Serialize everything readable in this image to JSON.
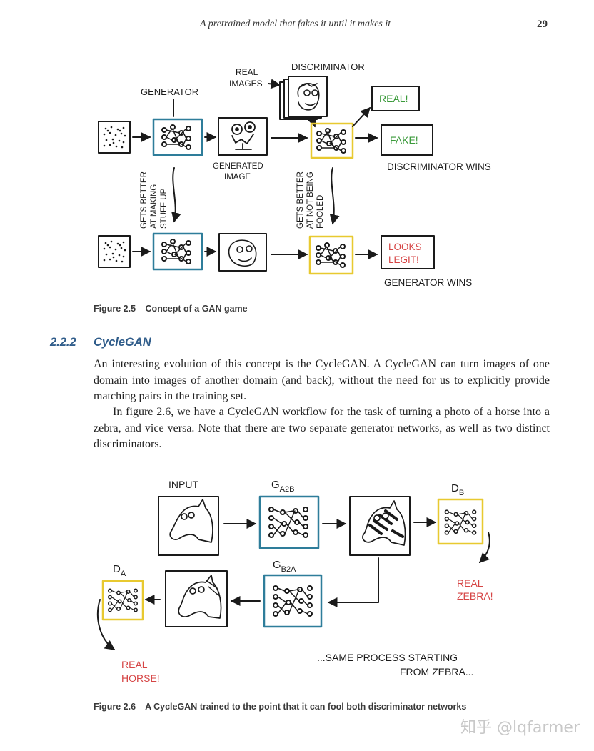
{
  "running_head": {
    "title": "A pretrained model that fakes it until it makes it",
    "page_number": "29"
  },
  "figure_2_5": {
    "labels": {
      "generator": "GENERATOR",
      "discriminator": "DISCRIMINATOR",
      "real_images_1": "REAL",
      "real_images_2": "IMAGES",
      "generated_1": "GENERATED",
      "generated_2": "IMAGE",
      "gets_better_making": [
        "GETS BETTER",
        "AT MAKING",
        "STUFF UP"
      ],
      "gets_better_fooled": [
        "GETS BETTER",
        "AT NOT BEING",
        "FOOLED"
      ],
      "real_verdict": "REAL!",
      "fake_verdict": "FAKE!",
      "discriminator_wins": "DISCRIMINATOR WINS",
      "looks_legit_1": "LOOKS",
      "looks_legit_2": "LEGIT!",
      "generator_wins": "GENERATOR WINS"
    },
    "caption_number": "Figure 2.5",
    "caption_text": "Concept of a GAN game"
  },
  "section": {
    "number": "2.2.2",
    "title": "CycleGAN"
  },
  "paragraphs": [
    "An interesting evolution of this concept is the CycleGAN. A CycleGAN can turn images of one domain into images of another domain (and back), without the need for us to explicitly provide matching pairs in the training set.",
    "In figure 2.6, we have a CycleGAN workflow for the task of turning a photo of a horse into a zebra, and vice versa. Note that there are two separate generator net­works, as well as two distinct discriminators."
  ],
  "figure_2_6": {
    "labels": {
      "input": "INPUT",
      "g_a2b": "G",
      "g_a2b_sub": "A2B",
      "d_b": "D",
      "d_b_sub": "B",
      "g_b2a": "G",
      "g_b2a_sub": "B2A",
      "d_a": "D",
      "d_a_sub": "A",
      "real_zebra_1": "REAL",
      "real_zebra_2": "ZEBRA!",
      "real_horse_1": "REAL",
      "real_horse_2": "HORSE!",
      "same_process_1": "...SAME PROCESS STARTING",
      "same_process_2": "FROM ZEBRA..."
    },
    "caption_number": "Figure 2.6",
    "caption_text": "A CycleGAN trained to the point that it can fool both discriminator networks"
  },
  "watermark": "知乎 @lqfarmer",
  "colors": {
    "generator_frame": "#2e7d9a",
    "discriminator_frame": "#e8c930",
    "real_green": "#3a9a3a",
    "real_red": "#d64545",
    "heading_blue": "#2f5c8a"
  }
}
